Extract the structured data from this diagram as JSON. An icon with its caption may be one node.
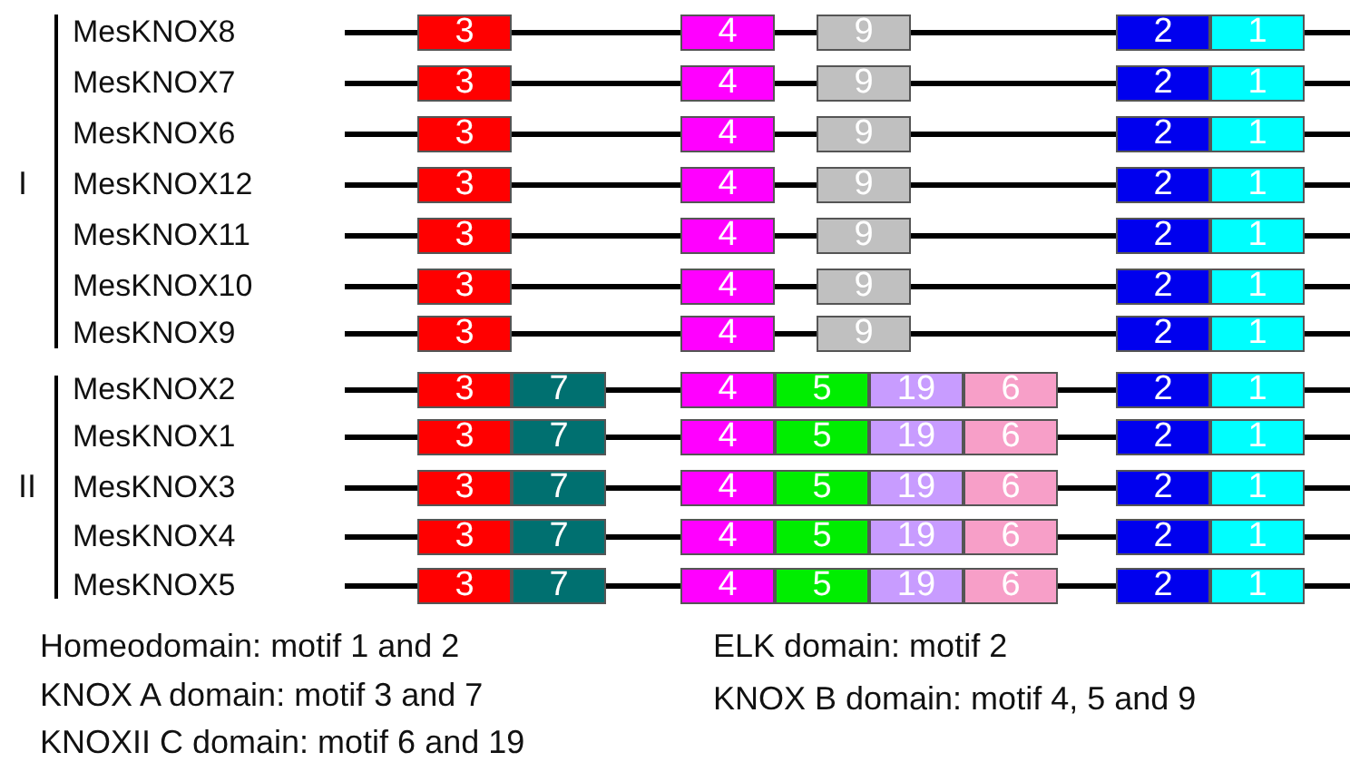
{
  "diagram": {
    "nodes": [
      {
        "text": [
          "3"
        ]
      },
      {
        "text": [
          "4"
        ]
      },
      {
        "text": [
          "9"
        ]
      },
      {
        "text": [
          "2"
        ]
      },
      {
        "text": [
          "1"
        ]
      },
      {
        "text": [
          "3"
        ]
      },
      {
        "text": [
          "4"
        ]
      },
      {
        "text": [
          "9"
        ]
      },
      {
        "text": [
          "2"
        ]
      },
      {
        "text": [
          "1"
        ]
      },
      {
        "text": [
          "3"
        ]
      },
      {
        "text": [
          "4"
        ]
      },
      {
        "text": [
          "9"
        ]
      },
      {
        "text": [
          "2"
        ]
      },
      {
        "text": [
          "1"
        ]
      },
      {
        "text": [
          "3"
        ]
      },
      {
        "text": [
          "4"
        ]
      },
      {
        "text": [
          "9"
        ]
      },
      {
        "text": [
          "2"
        ]
      },
      {
        "text": [
          "1"
        ]
      },
      {
        "text": [
          "3"
        ]
      },
      {
        "text": [
          "4"
        ]
      },
      {
        "text": [
          "9"
        ]
      },
      {
        "text": [
          "2"
        ]
      },
      {
        "text": [
          "1"
        ]
      },
      {
        "text": [
          "3"
        ]
      },
      {
        "text": [
          "4"
        ]
      },
      {
        "text": [
          "9"
        ]
      },
      {
        "text": [
          "2"
        ]
      },
      {
        "text": [
          "1"
        ]
      },
      {
        "text": [
          "3"
        ]
      },
      {
        "text": [
          "4"
        ]
      },
      {
        "text": [
          "9"
        ]
      },
      {
        "text": [
          "2"
        ]
      },
      {
        "text": [
          "1"
        ]
      },
      {
        "text": [
          "3"
        ]
      },
      {
        "text": [
          "7"
        ]
      },
      {
        "text": [
          "4"
        ]
      },
      {
        "text": [
          "5"
        ]
      },
      {
        "text": [
          "19"
        ]
      },
      {
        "text": [
          "6"
        ]
      },
      {
        "text": [
          "2"
        ]
      },
      {
        "text": [
          "1"
        ]
      },
      {
        "text": [
          "3"
        ]
      },
      {
        "text": [
          "7"
        ]
      },
      {
        "text": [
          "4"
        ]
      },
      {
        "text": [
          "5"
        ]
      },
      {
        "text": [
          "19"
        ]
      },
      {
        "text": [
          "6"
        ]
      },
      {
        "text": [
          "2"
        ]
      },
      {
        "text": [
          "1"
        ]
      },
      {
        "text": [
          "3"
        ]
      },
      {
        "text": [
          "7"
        ]
      },
      {
        "text": [
          "4"
        ]
      },
      {
        "text": [
          "5"
        ]
      },
      {
        "text": [
          "19"
        ]
      },
      {
        "text": [
          "6"
        ]
      },
      {
        "text": [
          "2"
        ]
      },
      {
        "text": [
          "1"
        ]
      },
      {
        "text": [
          "3"
        ]
      },
      {
        "text": [
          "7"
        ]
      },
      {
        "text": [
          "4"
        ]
      },
      {
        "text": [
          "5"
        ]
      },
      {
        "text": [
          "19"
        ]
      },
      {
        "text": [
          "6"
        ]
      },
      {
        "text": [
          "2"
        ]
      },
      {
        "text": [
          "1"
        ]
      },
      {
        "text": [
          "3"
        ]
      },
      {
        "text": [
          "7"
        ]
      },
      {
        "text": [
          "4"
        ]
      },
      {
        "text": [
          "5"
        ]
      },
      {
        "text": [
          "19"
        ]
      },
      {
        "text": [
          "6"
        ]
      },
      {
        "text": [
          "2"
        ]
      },
      {
        "text": [
          "1"
        ]
      }
    ],
    "labels": [
      "I",
      "MesKNOX8",
      "MesKNOX7",
      "MesKNOX6",
      "MesKNOX12",
      "MesKNOX11",
      "MesKNOX10",
      "MesKNOX9",
      "II",
      "MesKNOX2",
      "MesKNOX1",
      "MesKNOX3",
      "MesKNOX4",
      "MesKNOX5",
      "Homeodomain: motif 1 and 2",
      "ELK domain: motif 2",
      "KNOX A domain: motif 3 and 7",
      "KNOX B domain: motif 4, 5 and 9",
      "KNOXII C domain: motif 6 and 19"
    ]
  }
}
